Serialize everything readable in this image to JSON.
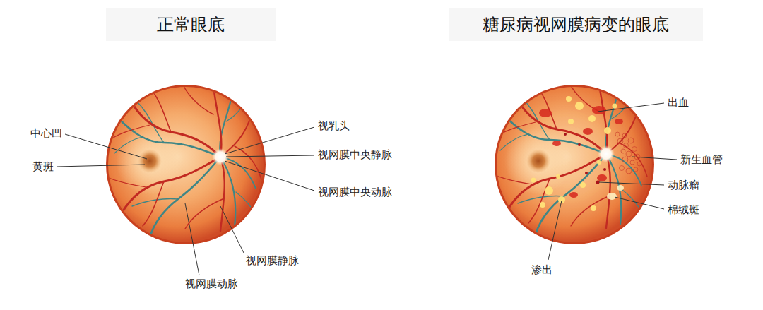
{
  "diagram": {
    "labels": [
      "正常眼底",
      "糖尿病视网膜病变的眼底",
      "中心凹",
      "黄斑",
      "视乳头",
      "视网膜中央静脉",
      "视网膜中央动脉",
      "视网膜静脉",
      "视网膜动脉",
      "出血",
      "新生血管",
      "动脉瘤",
      "棉绒斑",
      "渗出"
    ]
  }
}
